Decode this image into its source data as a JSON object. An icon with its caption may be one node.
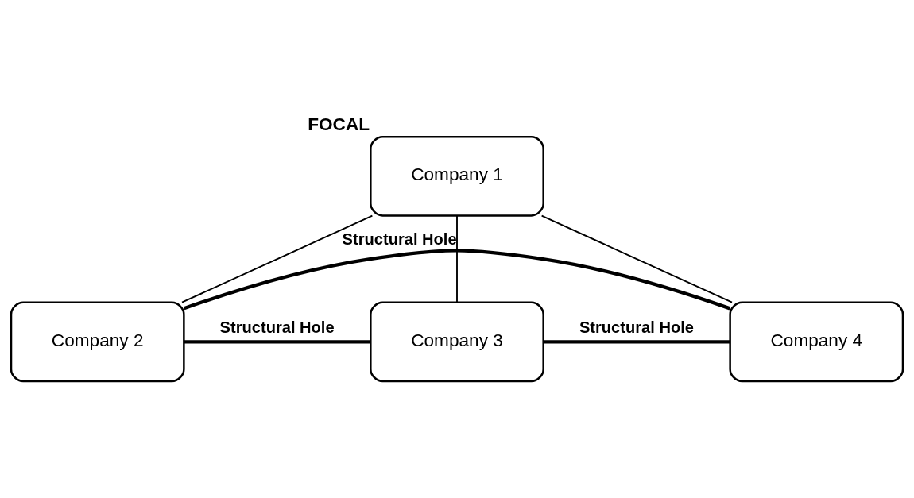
{
  "diagram": {
    "nodes": [
      {
        "text": [
          "Company 1"
        ],
        "beside": [
          "FOCAL"
        ]
      },
      {
        "text": [
          "Company 2"
        ]
      },
      {
        "text": [
          "Company 3"
        ]
      },
      {
        "text": [
          "Company 4"
        ]
      }
    ],
    "edges": [
      {
        "from": 0,
        "to": 1,
        "arrow": "none"
      },
      {
        "from": 0,
        "to": 2,
        "arrow": "none"
      },
      {
        "from": 0,
        "to": 3,
        "arrow": "none"
      },
      {
        "from": 1,
        "to": 2,
        "arrow": "none",
        "style": "thick",
        "label": "Structural Hole"
      },
      {
        "from": 2,
        "to": 3,
        "arrow": "none",
        "style": "thick",
        "label": "Structural Hole"
      },
      {
        "from": 1,
        "to": 3,
        "arrow": "none",
        "style": "thick",
        "label": "Structural Hole"
      }
    ]
  }
}
